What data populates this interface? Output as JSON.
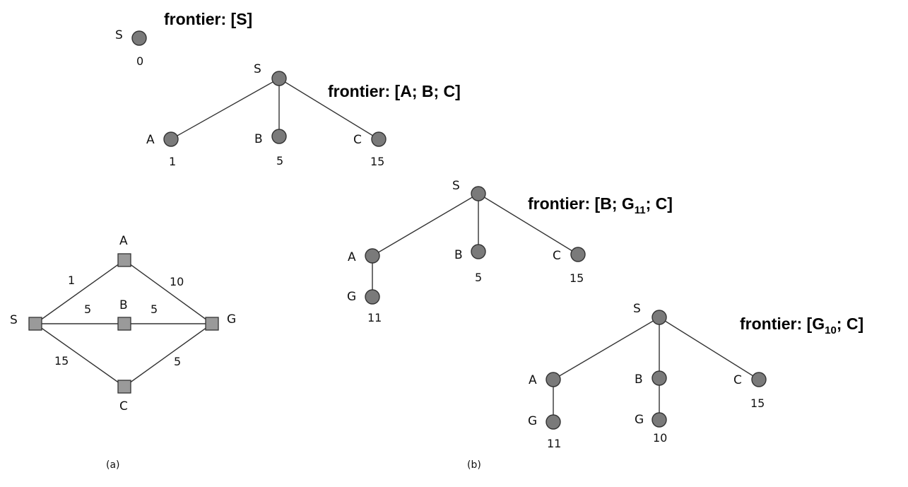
{
  "graph": {
    "nodes": [
      "S",
      "A",
      "B",
      "C",
      "G"
    ],
    "edges": [
      {
        "from": "S",
        "to": "A",
        "weight": "1"
      },
      {
        "from": "A",
        "to": "G",
        "weight": "10"
      },
      {
        "from": "S",
        "to": "B",
        "weight": "5"
      },
      {
        "from": "B",
        "to": "G",
        "weight": "5"
      },
      {
        "from": "S",
        "to": "C",
        "weight": "15"
      },
      {
        "from": "C",
        "to": "G",
        "weight": "5"
      }
    ],
    "caption": "(a)"
  },
  "search": {
    "caption": "(b)",
    "steps": [
      {
        "frontier_text": "frontier: [S]",
        "nodes": [
          {
            "label": "S",
            "cost": "0"
          }
        ]
      },
      {
        "frontier_text": "frontier: [A; B; C]",
        "nodes": [
          {
            "label": "S",
            "cost": ""
          },
          {
            "label": "A",
            "cost": "1"
          },
          {
            "label": "B",
            "cost": "5"
          },
          {
            "label": "C",
            "cost": "15"
          }
        ]
      },
      {
        "frontier_prefix": "frontier: [B; G",
        "frontier_sub": "11",
        "frontier_suffix": "; C]",
        "nodes": [
          {
            "label": "S",
            "cost": ""
          },
          {
            "label": "A",
            "cost": ""
          },
          {
            "label": "B",
            "cost": "5"
          },
          {
            "label": "C",
            "cost": "15"
          },
          {
            "label": "G",
            "cost": "11"
          }
        ]
      },
      {
        "frontier_prefix": "frontier: [G",
        "frontier_sub": "10",
        "frontier_suffix": "; C]",
        "nodes": [
          {
            "label": "S",
            "cost": ""
          },
          {
            "label": "A",
            "cost": ""
          },
          {
            "label": "B",
            "cost": ""
          },
          {
            "label": "C",
            "cost": "15"
          },
          {
            "label": "G",
            "cost": "11"
          },
          {
            "label": "G",
            "cost": "10"
          }
        ]
      }
    ]
  }
}
